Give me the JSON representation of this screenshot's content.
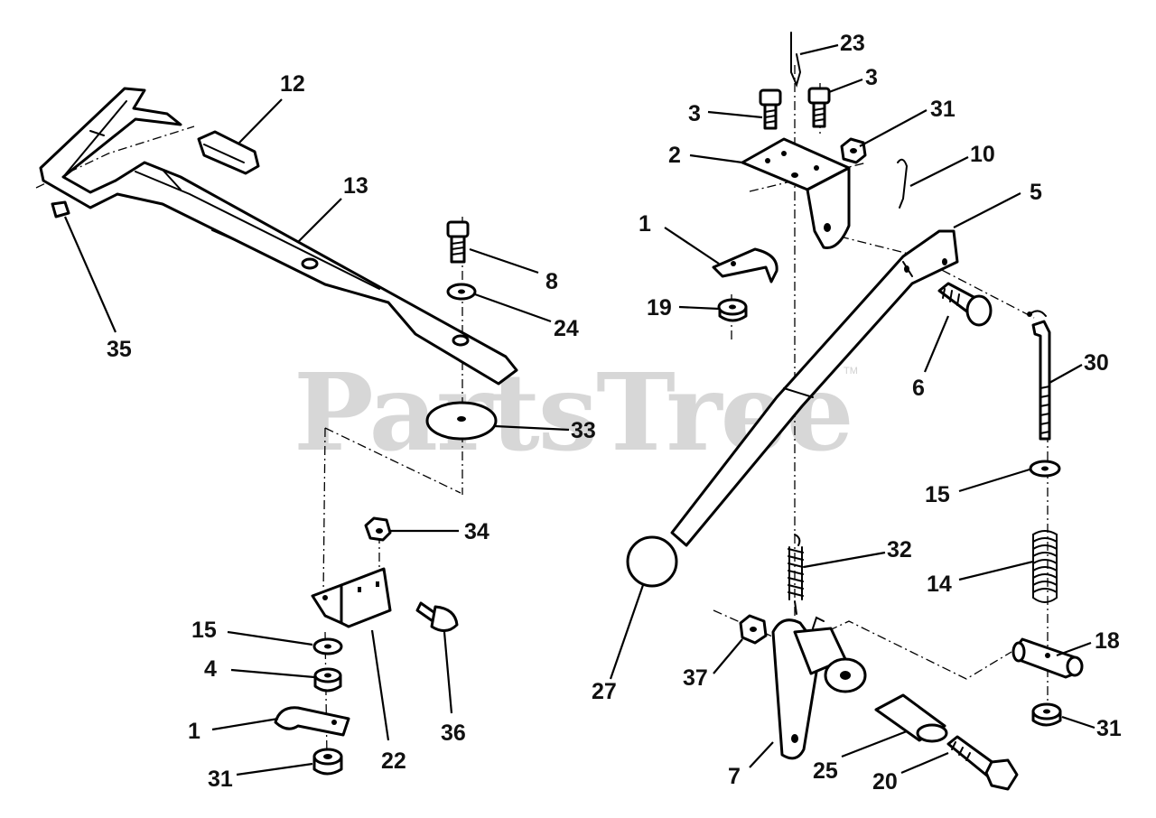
{
  "watermark": {
    "text": "PartsTree",
    "mark": "TM"
  },
  "callouts": {
    "c12": "12",
    "c13": "13",
    "c35": "35",
    "c8": "8",
    "c24": "24",
    "c33": "33",
    "c34": "34",
    "c15a": "15",
    "c4": "4",
    "c1a": "1",
    "c31a": "31",
    "c22": "22",
    "c36": "36",
    "c23": "23",
    "c3a": "3",
    "c3b": "3",
    "c31b": "31",
    "c2": "2",
    "c10": "10",
    "c5": "5",
    "c1b": "1",
    "c19": "19",
    "c6": "6",
    "c30": "30",
    "c15b": "15",
    "c14": "14",
    "c32": "32",
    "c27": "27",
    "c37": "37",
    "c7": "7",
    "c25": "25",
    "c20": "20",
    "c18": "18",
    "c31c": "31"
  }
}
